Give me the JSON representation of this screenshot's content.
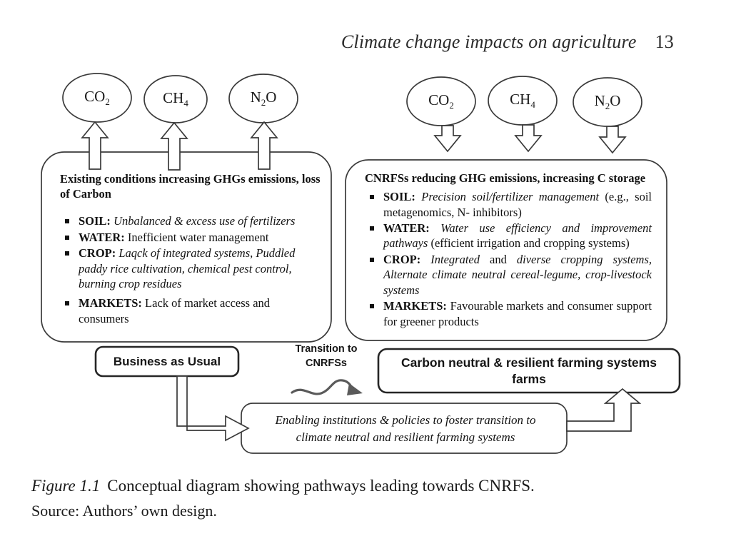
{
  "page": {
    "running_head": "Climate change impacts on agriculture",
    "page_number": "13"
  },
  "diagram": {
    "left_gases": [
      {
        "name": "carbon-dioxide",
        "formula_main": "CO",
        "formula_sub": "2",
        "arrow": "up-block-arrow"
      },
      {
        "name": "methane",
        "formula_main": "CH",
        "formula_sub": "4",
        "arrow": "up-block-arrow"
      },
      {
        "name": "nitrous-oxide",
        "formula_main_a": "N",
        "formula_sub": "2",
        "formula_main_b": "O",
        "arrow": "up-block-arrow"
      }
    ],
    "right_gases": [
      {
        "name": "carbon-dioxide",
        "formula_main": "CO",
        "formula_sub": "2",
        "arrow": "down-block-arrow"
      },
      {
        "name": "methane",
        "formula_main": "CH",
        "formula_sub": "4",
        "arrow": "down-block-arrow"
      },
      {
        "name": "nitrous-oxide",
        "formula_main_a": "N",
        "formula_sub": "2",
        "formula_main_b": "O",
        "arrow": "down-block-arrow"
      }
    ],
    "left_panel": {
      "title": "Existing conditions increasing GHGs emissions, loss of Carbon",
      "bullets": [
        {
          "label": "SOIL:",
          "italic": "Unbalanced & excess use of fertilizers",
          "roman": ""
        },
        {
          "label": "WATER:",
          "italic": "",
          "roman": "Inefficient water management"
        },
        {
          "label": "CROP:",
          "italic": "Laqck of integrated systems, Puddled paddy rice cultivation, chemical pest control, burning crop residues",
          "roman": ""
        },
        {
          "label": "MARKETS:",
          "italic": "",
          "roman": "Lack of market access and consumers"
        }
      ]
    },
    "right_panel": {
      "title": "CNRFSs reducing GHG emissions, increasing C storage",
      "bullets": [
        {
          "label": "SOIL:",
          "italic": "Precision soil/fertilizer management",
          "roman": "(e.g., soil metagenomics, N- inhibitors)"
        },
        {
          "label": "WATER:",
          "italic": "Water use efficiency and improvement pathways",
          "roman": "(efficient irrigation and cropping systems)"
        },
        {
          "label": "CROP:",
          "italic": "Integrated",
          "roman2": "and",
          "italic2": "diverse cropping systems, Alternate climate neutral cereal-legume, crop-livestock systems",
          "roman": ""
        },
        {
          "label": "MARKETS:",
          "italic": "",
          "roman": "Favourable markets and consumer support for greener products"
        }
      ]
    },
    "bau_box": {
      "label": "Business as Usual"
    },
    "cnrfs_box": {
      "line1": "Carbon neutral & resilient farming systems",
      "line2": "farms"
    },
    "transition": {
      "line1": "Transition to",
      "line2": "CNRFSs",
      "arrow": "wavy-arrow"
    },
    "policies_box": {
      "line1": "Enabling institutions & policies to foster transition to",
      "line2": "climate neutral and resilient farming systems"
    }
  },
  "caption": {
    "figure_number": "Figure 1.1",
    "text": "Conceptual diagram showing pathways leading towards CNRFS.",
    "source": "Source: Authors’ own design."
  },
  "colors": {
    "ink": "#1a1a1a",
    "thin_stroke": "#3a3a3a",
    "thick_stroke": "#262626",
    "page_bg": "#ffffff"
  }
}
